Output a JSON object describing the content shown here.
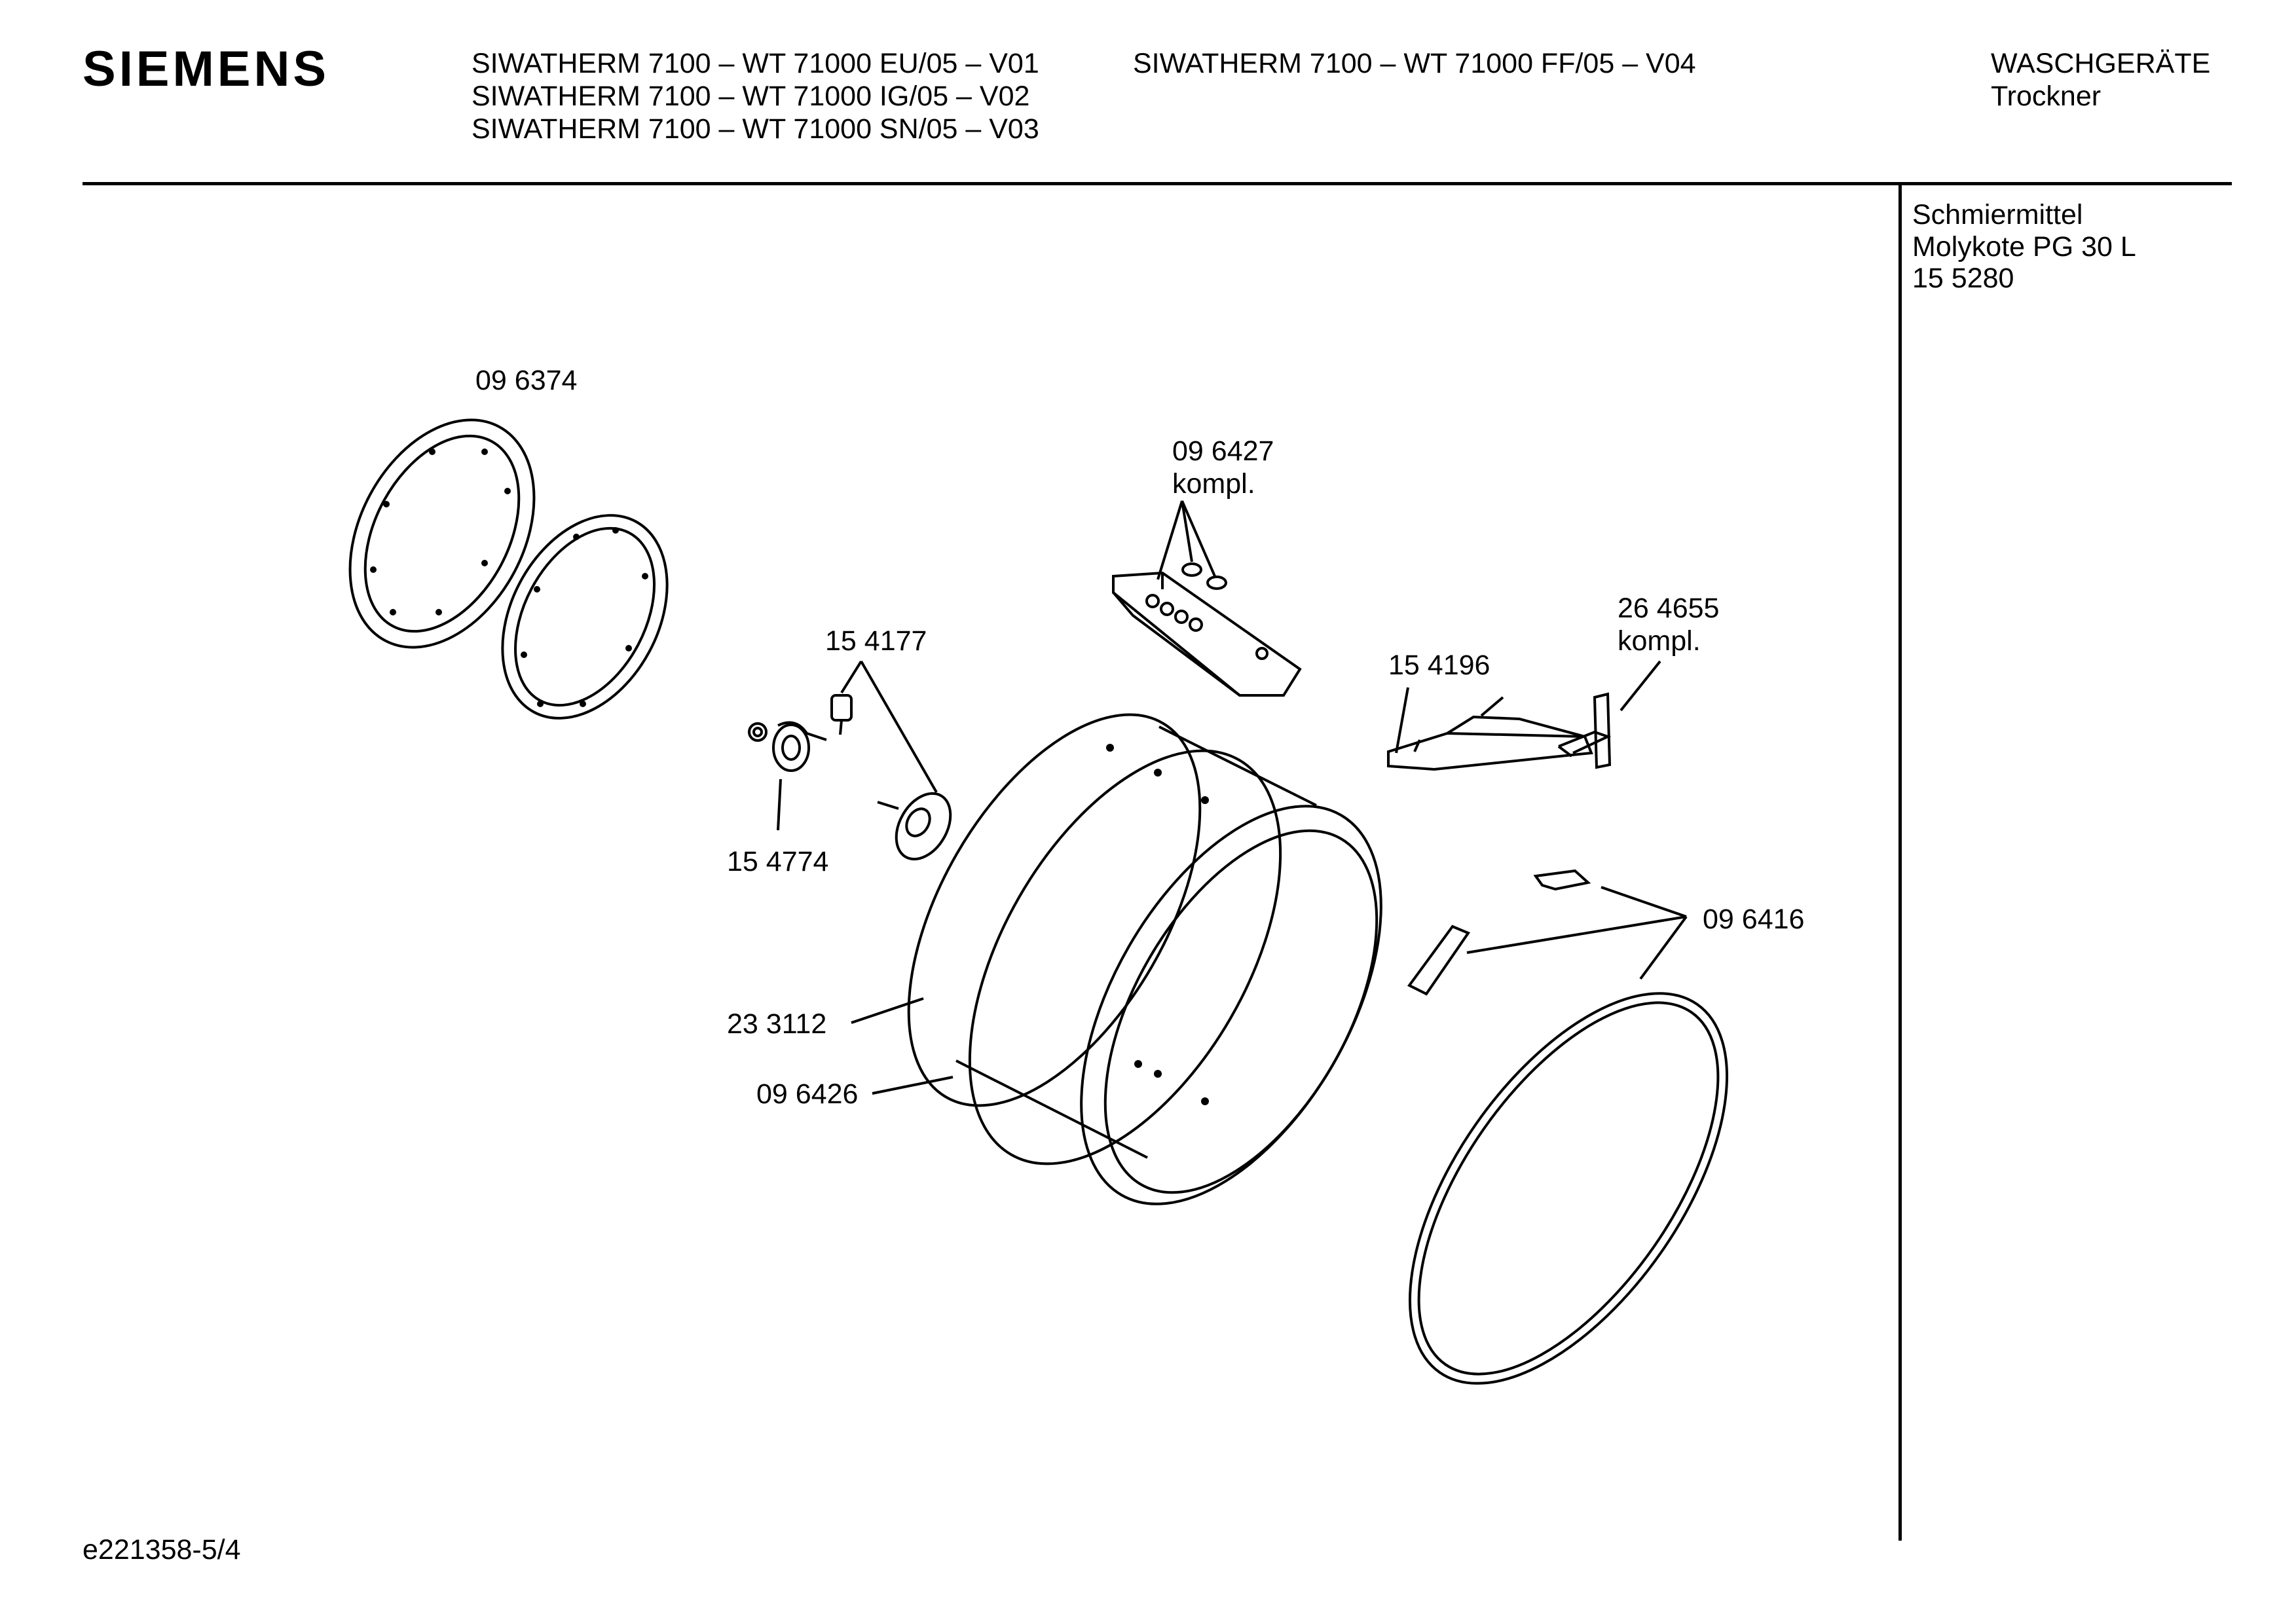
{
  "header": {
    "brand": "SIEMENS",
    "models_col1": [
      "SIWATHERM 7100 – WT 71000 EU/05 – V01",
      "SIWATHERM 7100 – WT 71000 IG/05 – V02",
      "SIWATHERM 7100 – WT 71000 SN/05 – V03"
    ],
    "models_col2": [
      "SIWATHERM 7100 – WT 71000 FF/05 – V04"
    ],
    "category": "WASCHGERÄTE",
    "subcategory": "Trockner"
  },
  "sidebar": {
    "lines": [
      "Schmiermittel",
      "Molykote PG 30 L",
      "15 5280"
    ]
  },
  "parts": {
    "p096374": "09 6374",
    "p096427": "09 6427",
    "p096427_note": "kompl.",
    "p154177": "15 4177",
    "p154774": "15 4774",
    "p154196": "15 4196",
    "p264655": "26 4655",
    "p264655_note": "kompl.",
    "p096416": "09 6416",
    "p233112": "23 3112",
    "p096426": "09 6426"
  },
  "footer": {
    "doc_id": "e221358-5/4"
  }
}
